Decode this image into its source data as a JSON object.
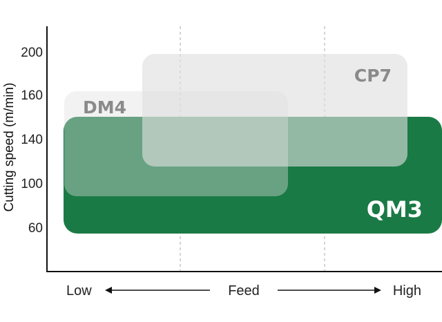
{
  "chart_data": {
    "type": "area",
    "ylabel": "Cutting speed (m/min)",
    "y_ticks": [
      "200",
      "160",
      "140",
      "100",
      "60"
    ],
    "x_axis": {
      "low": "Low",
      "title": "Feed",
      "high": "High"
    },
    "grades": [
      {
        "name": "QM3",
        "feed_range": [
          "low",
          "high"
        ],
        "speed_range": [
          60,
          150
        ],
        "color": "#1a7a45"
      },
      {
        "name": "DM4",
        "feed_range": [
          "low",
          "medium"
        ],
        "speed_range": [
          90,
          165
        ],
        "color": "#dddddd"
      },
      {
        "name": "CP7",
        "feed_range": [
          "low-medium",
          "high"
        ],
        "speed_range": [
          115,
          195
        ],
        "color": "#dddddd"
      }
    ],
    "grid": "vertical dashed"
  }
}
